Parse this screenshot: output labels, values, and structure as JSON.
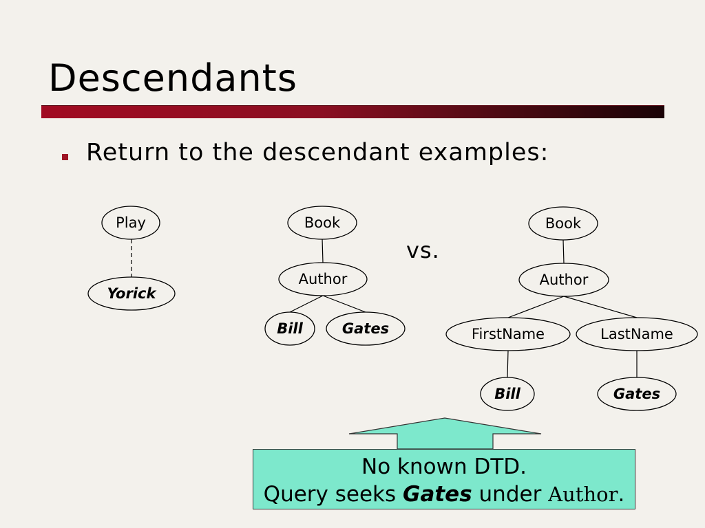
{
  "slide": {
    "title": "Descendants",
    "bullet": "Return to the descendant examples:"
  },
  "diagram": {
    "tree1": {
      "root": "Play",
      "child": "Yorick"
    },
    "tree2": {
      "root": "Book",
      "mid": "Author",
      "left": "Bill",
      "right": "Gates"
    },
    "vs": "vs.",
    "tree3": {
      "root": "Book",
      "mid": "Author",
      "left": "FirstName",
      "right": "LastName",
      "left_leaf": "Bill",
      "right_leaf": "Gates"
    }
  },
  "callout": {
    "line1": "No known DTD.",
    "line2_prefix": "Query seeks ",
    "line2_gates": "Gates",
    "line2_mid": " under ",
    "line2_author": "Author",
    "line2_end": "."
  },
  "colors": {
    "background": "#f3f1ec",
    "rule": "#a10b22",
    "bullet": "#9e1525",
    "callout": "#7de8cc"
  }
}
